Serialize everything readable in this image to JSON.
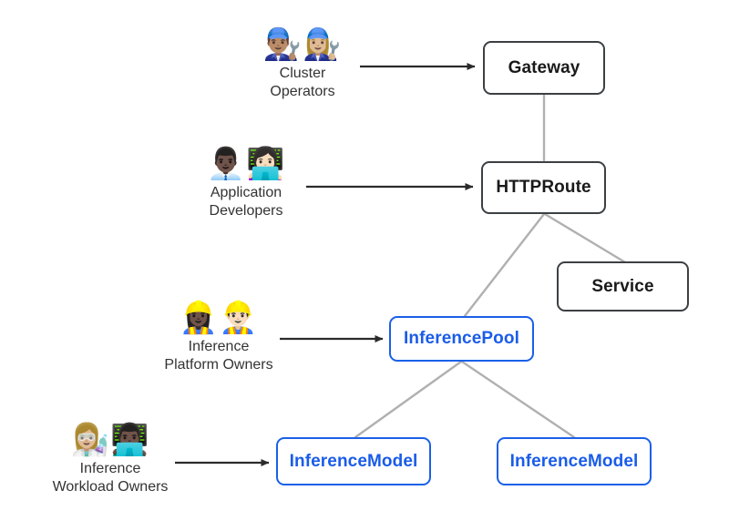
{
  "diagram": {
    "title": "Gateway API Inference Extension resource model and personas",
    "background": "#ffffff",
    "colors": {
      "core_border": "#3c4043",
      "core_text": "#1a1a1a",
      "inference_border": "#1a60e8",
      "inference_text": "#1a5ce8",
      "connector": "#b0b0b0",
      "arrow": "#2b2b2b",
      "label_text": "#333333"
    }
  },
  "nodes": [
    {
      "id": "gateway",
      "label": "Gateway",
      "kind": "core"
    },
    {
      "id": "httproute",
      "label": "HTTPRoute",
      "kind": "core"
    },
    {
      "id": "service",
      "label": "Service",
      "kind": "core"
    },
    {
      "id": "inferencepool",
      "label": "InferencePool",
      "kind": "inference"
    },
    {
      "id": "inferencemodel-left",
      "label": "InferenceModel",
      "kind": "inference"
    },
    {
      "id": "inferencemodel-right",
      "label": "InferenceModel",
      "kind": "inference"
    }
  ],
  "personas": [
    {
      "id": "cluster-operators",
      "name": "Cluster\nOperators",
      "emoji": "👨🏽‍🔧👩🏼‍🔧",
      "emoji_name": "mechanics-emoji",
      "targets": "Gateway"
    },
    {
      "id": "application-developers",
      "name": "Application\nDevelopers",
      "emoji": "👨🏿‍💼👩🏻‍💻",
      "emoji_name": "developers-emoji",
      "targets": "HTTPRoute"
    },
    {
      "id": "inference-platform-owners",
      "name": "Inference\nPlatform Owners",
      "emoji": "👷🏿‍♀️👷🏻‍♂️",
      "emoji_name": "construction-workers-emoji",
      "targets": "InferencePool"
    },
    {
      "id": "inference-workload-owners",
      "name": "Inference\nWorkload Owners",
      "emoji": "👩🏼‍🔬👨🏿‍💻",
      "emoji_name": "scientist-technologist-emoji",
      "targets": "InferenceModel"
    }
  ],
  "connections": [
    {
      "from": "Gateway",
      "to": "HTTPRoute",
      "style": "line"
    },
    {
      "from": "HTTPRoute",
      "to": "InferencePool",
      "style": "line"
    },
    {
      "from": "HTTPRoute",
      "to": "Service",
      "style": "line"
    },
    {
      "from": "InferencePool",
      "to": "InferenceModel",
      "style": "line"
    },
    {
      "from": "InferencePool",
      "to": "InferenceModel",
      "style": "line"
    }
  ]
}
